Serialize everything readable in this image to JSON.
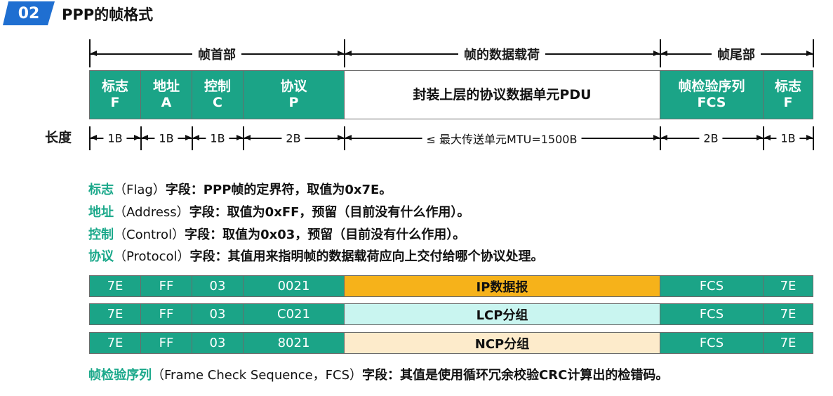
{
  "header": {
    "badge": "02",
    "title": "PPP的帧格式"
  },
  "brackets": {
    "head": "帧首部",
    "payload": "帧的数据载荷",
    "tail": "帧尾部"
  },
  "frame_fields": [
    {
      "name": "标志",
      "code": "F"
    },
    {
      "name": "地址",
      "code": "A"
    },
    {
      "name": "控制",
      "code": "C"
    },
    {
      "name": "协议",
      "code": "P"
    },
    {
      "name": "封装上层的协议数据单元PDU",
      "code": ""
    },
    {
      "name": "帧检验序列",
      "code": "FCS"
    },
    {
      "name": "标志",
      "code": "F"
    }
  ],
  "lengths": {
    "title": "长度",
    "values": [
      "1B",
      "1B",
      "1B",
      "2B",
      "≤ 最大传送单元MTU=1500B",
      "2B",
      "1B"
    ]
  },
  "descriptions": [
    {
      "keyword": "标志",
      "paren": "（Flag）",
      "text": "字段：PPP帧的定界符，取值为0x7E。"
    },
    {
      "keyword": "地址",
      "paren": "（Address）",
      "text": "字段：取值为0xFF，预留（目前没有什么作用）。"
    },
    {
      "keyword": "控制",
      "paren": "（Control）",
      "text": "字段：取值为0x03，预留（目前没有什么作用）。"
    },
    {
      "keyword": "协议",
      "paren": "（Protocol）",
      "text": "字段：其值用来指明帧的数据载荷应向上交付给哪个协议处理。"
    }
  ],
  "example_rows": [
    {
      "cells": [
        "7E",
        "FF",
        "03",
        "0021",
        "IP数据报",
        "FCS",
        "7E"
      ],
      "payload_color": "#f6b21a"
    },
    {
      "cells": [
        "7E",
        "FF",
        "03",
        "C021",
        "LCP分组",
        "FCS",
        "7E"
      ],
      "payload_color": "#c9f5f0"
    },
    {
      "cells": [
        "7E",
        "FF",
        "03",
        "8021",
        "NCP分组",
        "FCS",
        "7E"
      ],
      "payload_color": "#fdebcb"
    }
  ],
  "footer": {
    "keyword": "帧检验序列",
    "paren": "（Frame Check Sequence，FCS）",
    "text": "字段：其值是使用循环冗余校验CRC计算出的检错码。"
  },
  "colors": {
    "teal": "#1ba487",
    "badge_blue": "#1f6fd1",
    "keyword_green": "#1aa88a"
  }
}
